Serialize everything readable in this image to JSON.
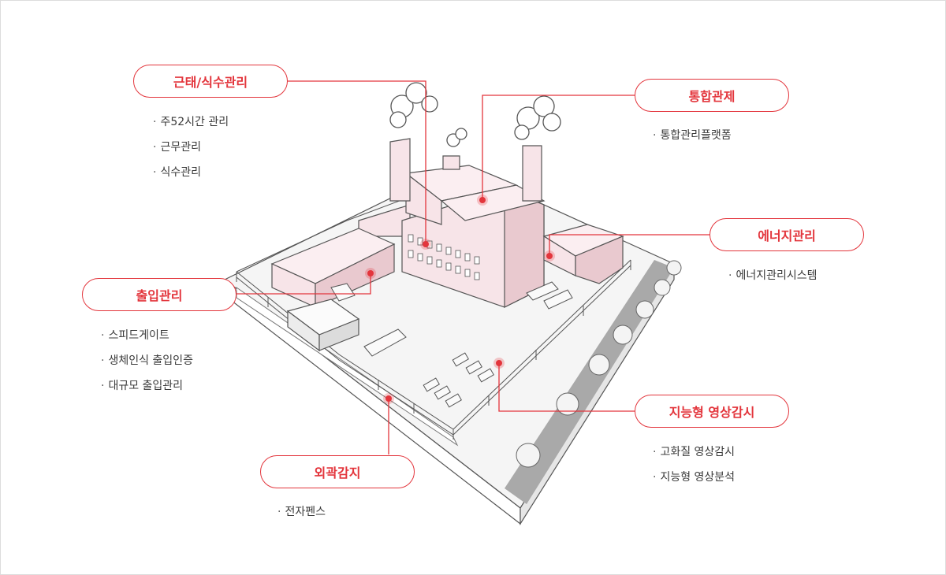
{
  "diagram": {
    "categories": [
      {
        "id": "attendance",
        "label": "근태/식수관리",
        "items": [
          "주52시간 관리",
          "근무관리",
          "식수관리"
        ]
      },
      {
        "id": "control",
        "label": "통합관제",
        "items": [
          "통합관리플랫폼"
        ]
      },
      {
        "id": "energy",
        "label": "에너지관리",
        "items": [
          "에너지관리시스템"
        ]
      },
      {
        "id": "access",
        "label": "출입관리",
        "items": [
          "스피드게이트",
          "생체인식 출입인증",
          "대규모 출입관리"
        ]
      },
      {
        "id": "cctv",
        "label": "지능형 영상감시",
        "items": [
          "고화질 영상감시",
          "지능형 영상분석"
        ]
      },
      {
        "id": "perimeter",
        "label": "외곽감지",
        "items": [
          "전자펜스"
        ]
      }
    ],
    "colors": {
      "accent": "#e3353c",
      "building": "#f7e4e8",
      "building_shade": "#e9c9cf",
      "road": "#a9a9a9"
    }
  }
}
